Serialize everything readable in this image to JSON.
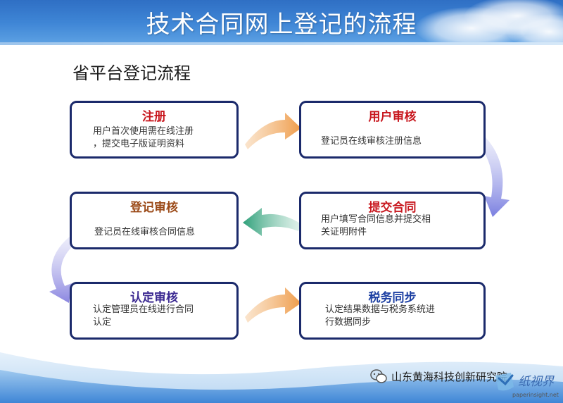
{
  "header": {
    "title": "技术合同网上登记的流程"
  },
  "subtitle": "省平台登记流程",
  "steps": [
    {
      "title": "注册",
      "lines": [
        "用户首次使用需在线注册",
        "，提交电子版证明资料"
      ],
      "color": "#c8171e"
    },
    {
      "title": "用户审核",
      "lines": [
        "登记员在线审核注册信息"
      ],
      "color": "#c8171e"
    },
    {
      "title": "提交合同",
      "lines": [
        "用户填写合同信息并提交相",
        "关证明附件"
      ],
      "color": "#c8171e"
    },
    {
      "title": "登记审核",
      "lines": [
        "登记员在线审核合同信息"
      ],
      "color": "#9b4a18"
    },
    {
      "title": "认定审核",
      "lines": [
        "认定管理员在线进行合同",
        "认定"
      ],
      "color": "#3c2a92"
    },
    {
      "title": "税务同步",
      "lines": [
        "认定结果数据与税务系统进",
        "行数据同步"
      ],
      "color": "#1c3fa2"
    }
  ],
  "footer": {
    "org": "山东黄海科技创新研究院",
    "logo": "纸视界",
    "logo_url": "paperinsight.net"
  }
}
